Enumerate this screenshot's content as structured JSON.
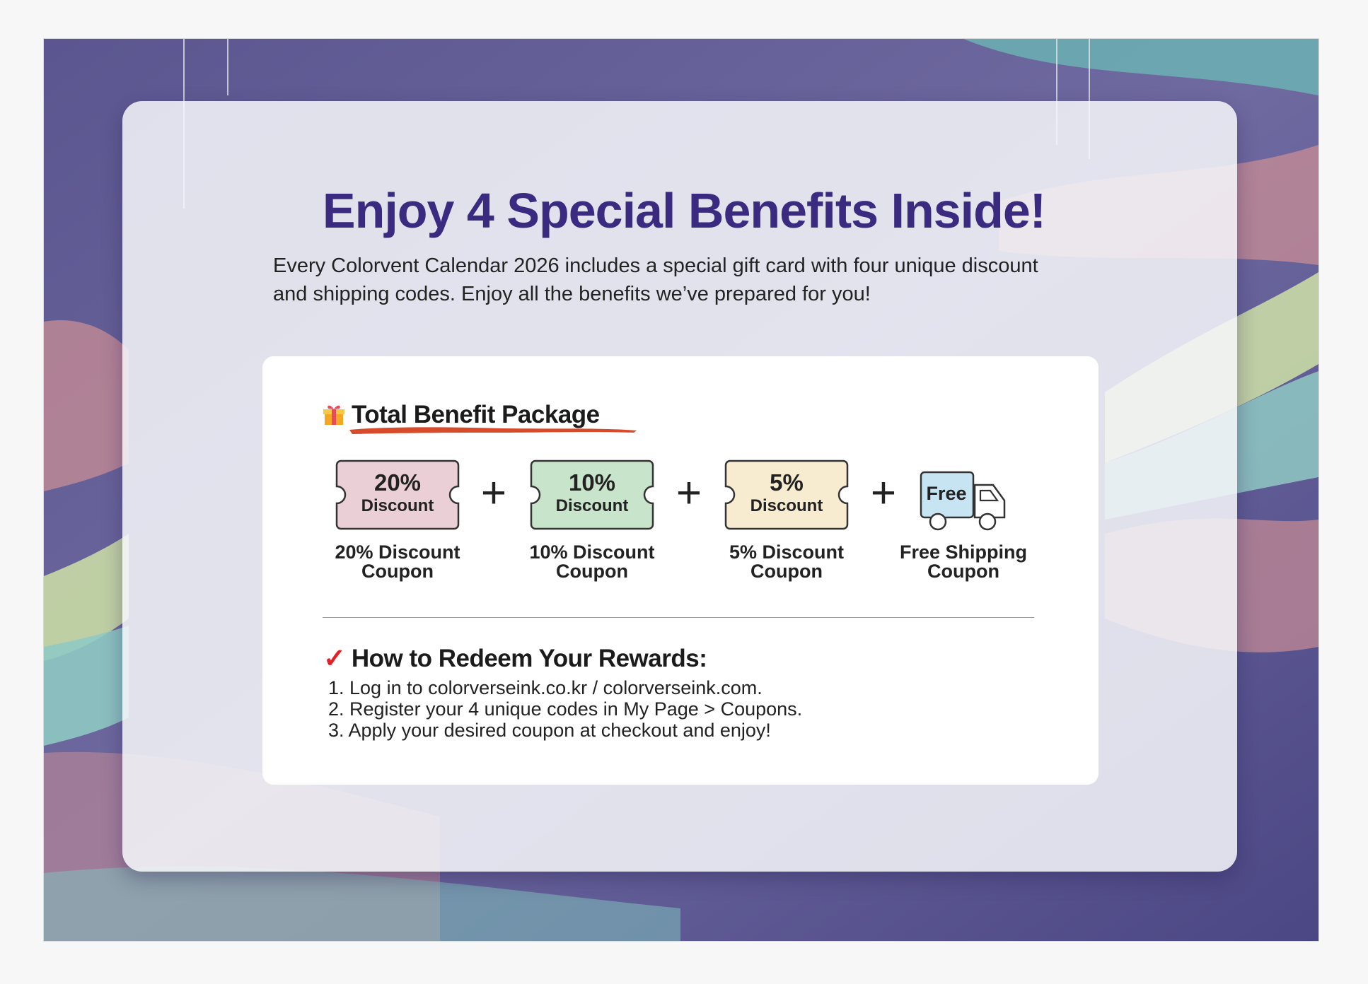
{
  "heading": {
    "title": "Enjoy 4 Special Benefits Inside!",
    "intro_line1": "Every Colorvent Calendar 2026 includes a special gift card with four unique discount",
    "intro_line2": "and shipping codes. Enjoy all the benefits we’ve prepared for you!"
  },
  "package": {
    "icon": "gift-icon",
    "title": "Total Benefit Package",
    "plus": "+",
    "coupons": [
      {
        "value": "20%",
        "label": "Discount",
        "caption_line1": "20% Discount",
        "caption_line2": "Coupon",
        "color": "#eacfd6"
      },
      {
        "value": "10%",
        "label": "Discount",
        "caption_line1": "10% Discount",
        "caption_line2": "Coupon",
        "color": "#c8e5cb"
      },
      {
        "value": "5%",
        "label": "Discount",
        "caption_line1": "5% Discount",
        "caption_line2": "Coupon",
        "color": "#f7ecd0"
      }
    ],
    "shipping": {
      "icon": "truck-icon",
      "label": "Free",
      "caption_line1": "Free Shipping",
      "caption_line2": "Coupon",
      "color": "#c6e4f2"
    }
  },
  "redeem": {
    "icon": "checkmark-icon",
    "title": "How to Redeem Your Rewards:",
    "steps": [
      "1. Log in to colorverseink.co.kr / colorverseink.com.",
      "2. Register your 4 unique codes in My Page > Coupons.",
      "3. Apply your desired coupon at checkout and enjoy!"
    ]
  },
  "colors": {
    "title": "#3a2a80",
    "accent_red": "#e41f26",
    "brush": "#d64b2a"
  }
}
